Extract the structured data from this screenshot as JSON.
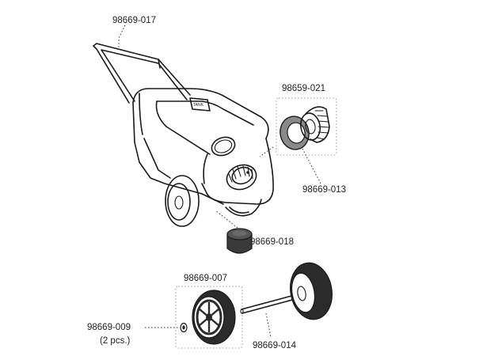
{
  "parts": {
    "handle": "98669-017",
    "cap_kit": "98659-021",
    "gasket": "98669-013",
    "drain_cap": "98669-018",
    "wheel_kit": "98669-007",
    "clip": "98669-009",
    "clip_qty": "(2 pcs.)",
    "axle": "98669-014"
  },
  "brand_text": "TANK",
  "colors": {
    "line": "#1a1a1a",
    "cap_fill": "#3a3a3a",
    "tire_fill": "#2b2b2b",
    "box": "#999999"
  }
}
